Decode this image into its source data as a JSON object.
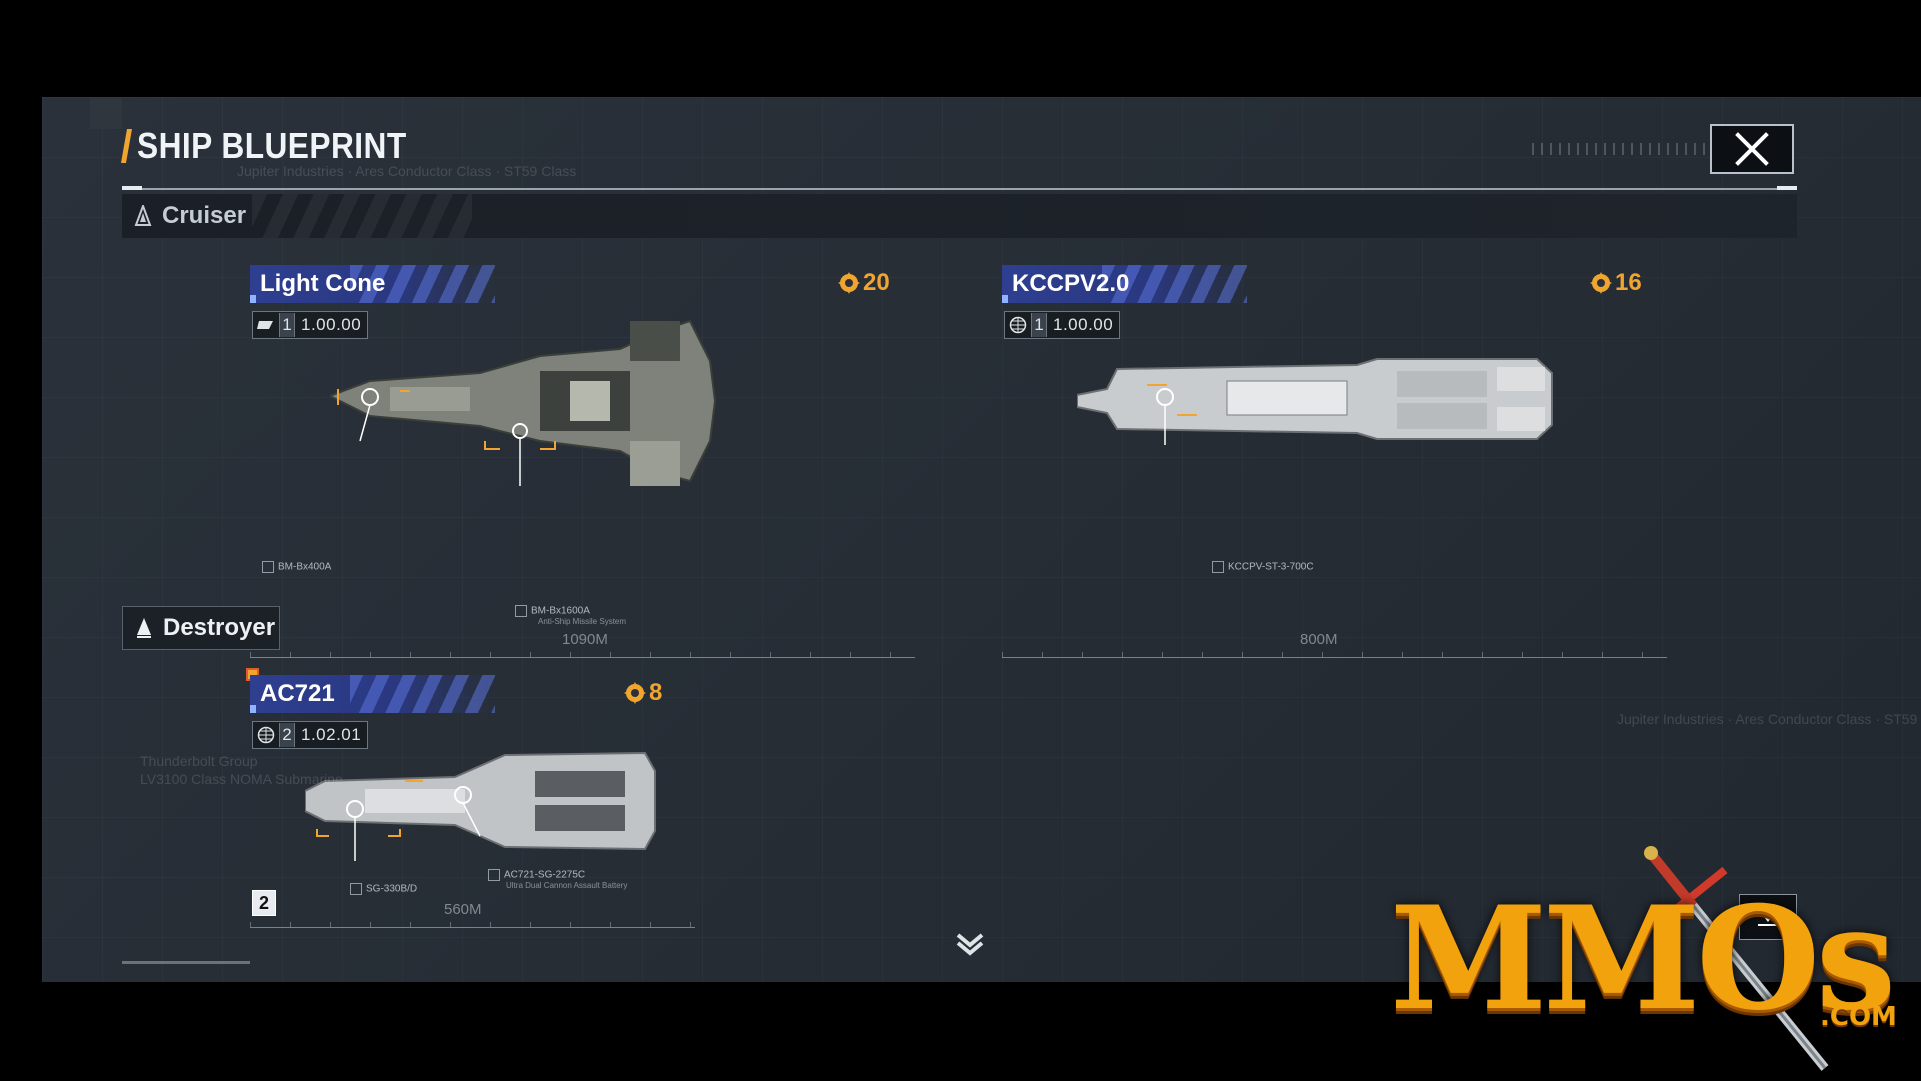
{
  "header": {
    "title": "SHIP BLUEPRINT",
    "ghost_subtitle": "Jupiter Industries · Ares Conductor Class · ST59 Class"
  },
  "categories": [
    {
      "label": "Cruiser"
    },
    {
      "label": "Destroyer"
    }
  ],
  "ships": [
    {
      "name": "Light Cone",
      "cost": "20",
      "tier": "1",
      "version": "1.00.00",
      "length": "1090M",
      "callouts": [
        "BM-Bx400A",
        "BM-Bx1600A",
        "Anti-Ship Missile System"
      ]
    },
    {
      "name": "KCCPV2.0",
      "cost": "16",
      "tier": "1",
      "version": "1.00.00",
      "length": "800M",
      "callouts": [
        "KCCPV-ST-3-700C"
      ]
    },
    {
      "name": "AC721",
      "cost": "8",
      "tier": "2",
      "version": "1.02.01",
      "length": "560M",
      "callouts": [
        "SG-330B/D",
        "AC721-SG-2275C",
        "Ultra Dual Cannon Assault Battery"
      ],
      "count": "2"
    }
  ],
  "ghost_texts": [
    "Thunderbolt Group",
    "LV3100 Class NOMA Submarine",
    "Jupiter Industries · Ares Conductor Class · ST59"
  ],
  "watermark": {
    "brand": "MMOs",
    "suffix": ".COM"
  },
  "colors": {
    "accent": "#f0a531",
    "tag_blue": "#2e3f91",
    "panel": "#262d35"
  },
  "icons": {
    "close": "close-icon",
    "cost": "gear-badge-icon",
    "cruiser": "cruiser-silhouette-icon",
    "destroyer": "destroyer-silhouette-icon",
    "scroll": "chevron-down-icon"
  }
}
